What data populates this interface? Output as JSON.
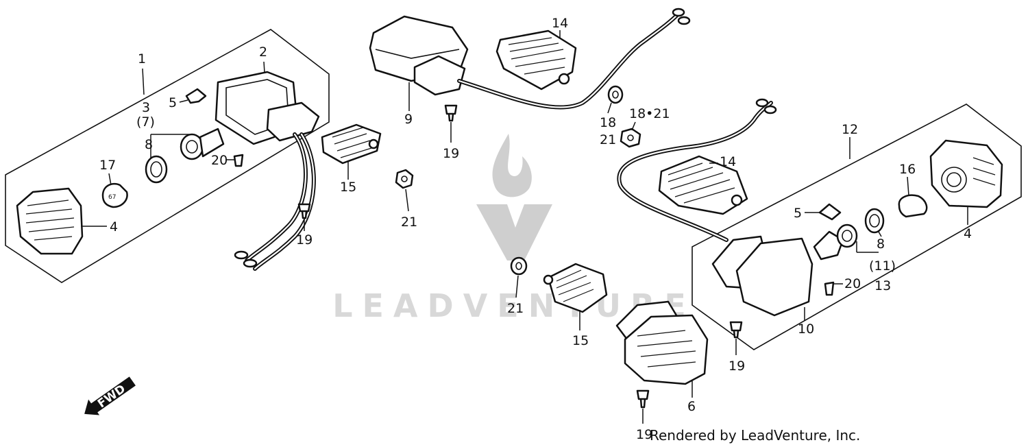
{
  "watermark": {
    "text": "LEADVENTURE"
  },
  "footer": {
    "text": "Rendered by LeadVenture, Inc."
  },
  "direction": {
    "label": "FWD"
  },
  "callouts": {
    "c1": "1",
    "c2": "2",
    "c3": "3",
    "c7": "(7)",
    "c8a": "8",
    "c5a": "5",
    "c17": "17",
    "c4a": "4",
    "c20a": "20",
    "c15a": "15",
    "c19a": "19",
    "c9": "9",
    "c19b": "19",
    "c14a": "14",
    "c21a": "21",
    "c18a": "18",
    "c21b": "21",
    "c1821": "18•21",
    "c12": "12",
    "c14b": "14",
    "c16": "16",
    "c4b": "4",
    "c5b": "5",
    "c8b": "8",
    "c11": "(11)",
    "c13": "13",
    "c20b": "20",
    "c10": "10",
    "c21c": "21",
    "c15b": "15",
    "c19c": "19",
    "c6": "6",
    "c19d": "19"
  }
}
